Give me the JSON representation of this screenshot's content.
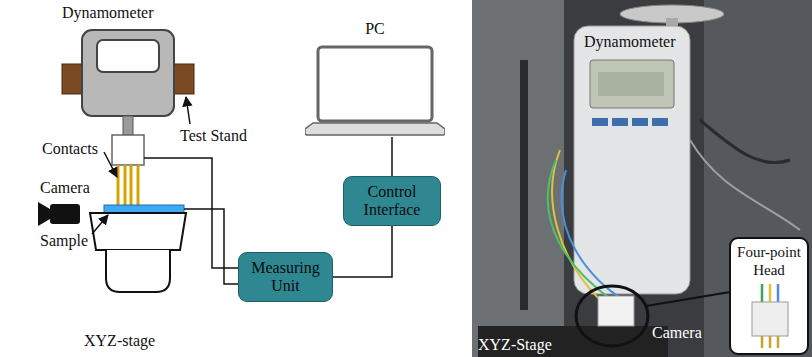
{
  "diagram": {
    "nodes": [
      {
        "text": [
          "PC"
        ]
      },
      {
        "text": [
          "Control Interface"
        ]
      },
      {
        "text": [
          "Measuring Unit"
        ]
      }
    ],
    "edges": [
      {
        "from": 1,
        "to": 0,
        "arrow": "none"
      },
      {
        "from": 2,
        "to": 1,
        "arrow": "none"
      }
    ],
    "labels": [
      "Dynamometer",
      "Test Stand",
      "Contacts",
      "Camera",
      "Sample",
      "XYZ-stage",
      "Dynamometer",
      "Four-point Head",
      "Camera",
      "XYZ-Stage"
    ]
  }
}
